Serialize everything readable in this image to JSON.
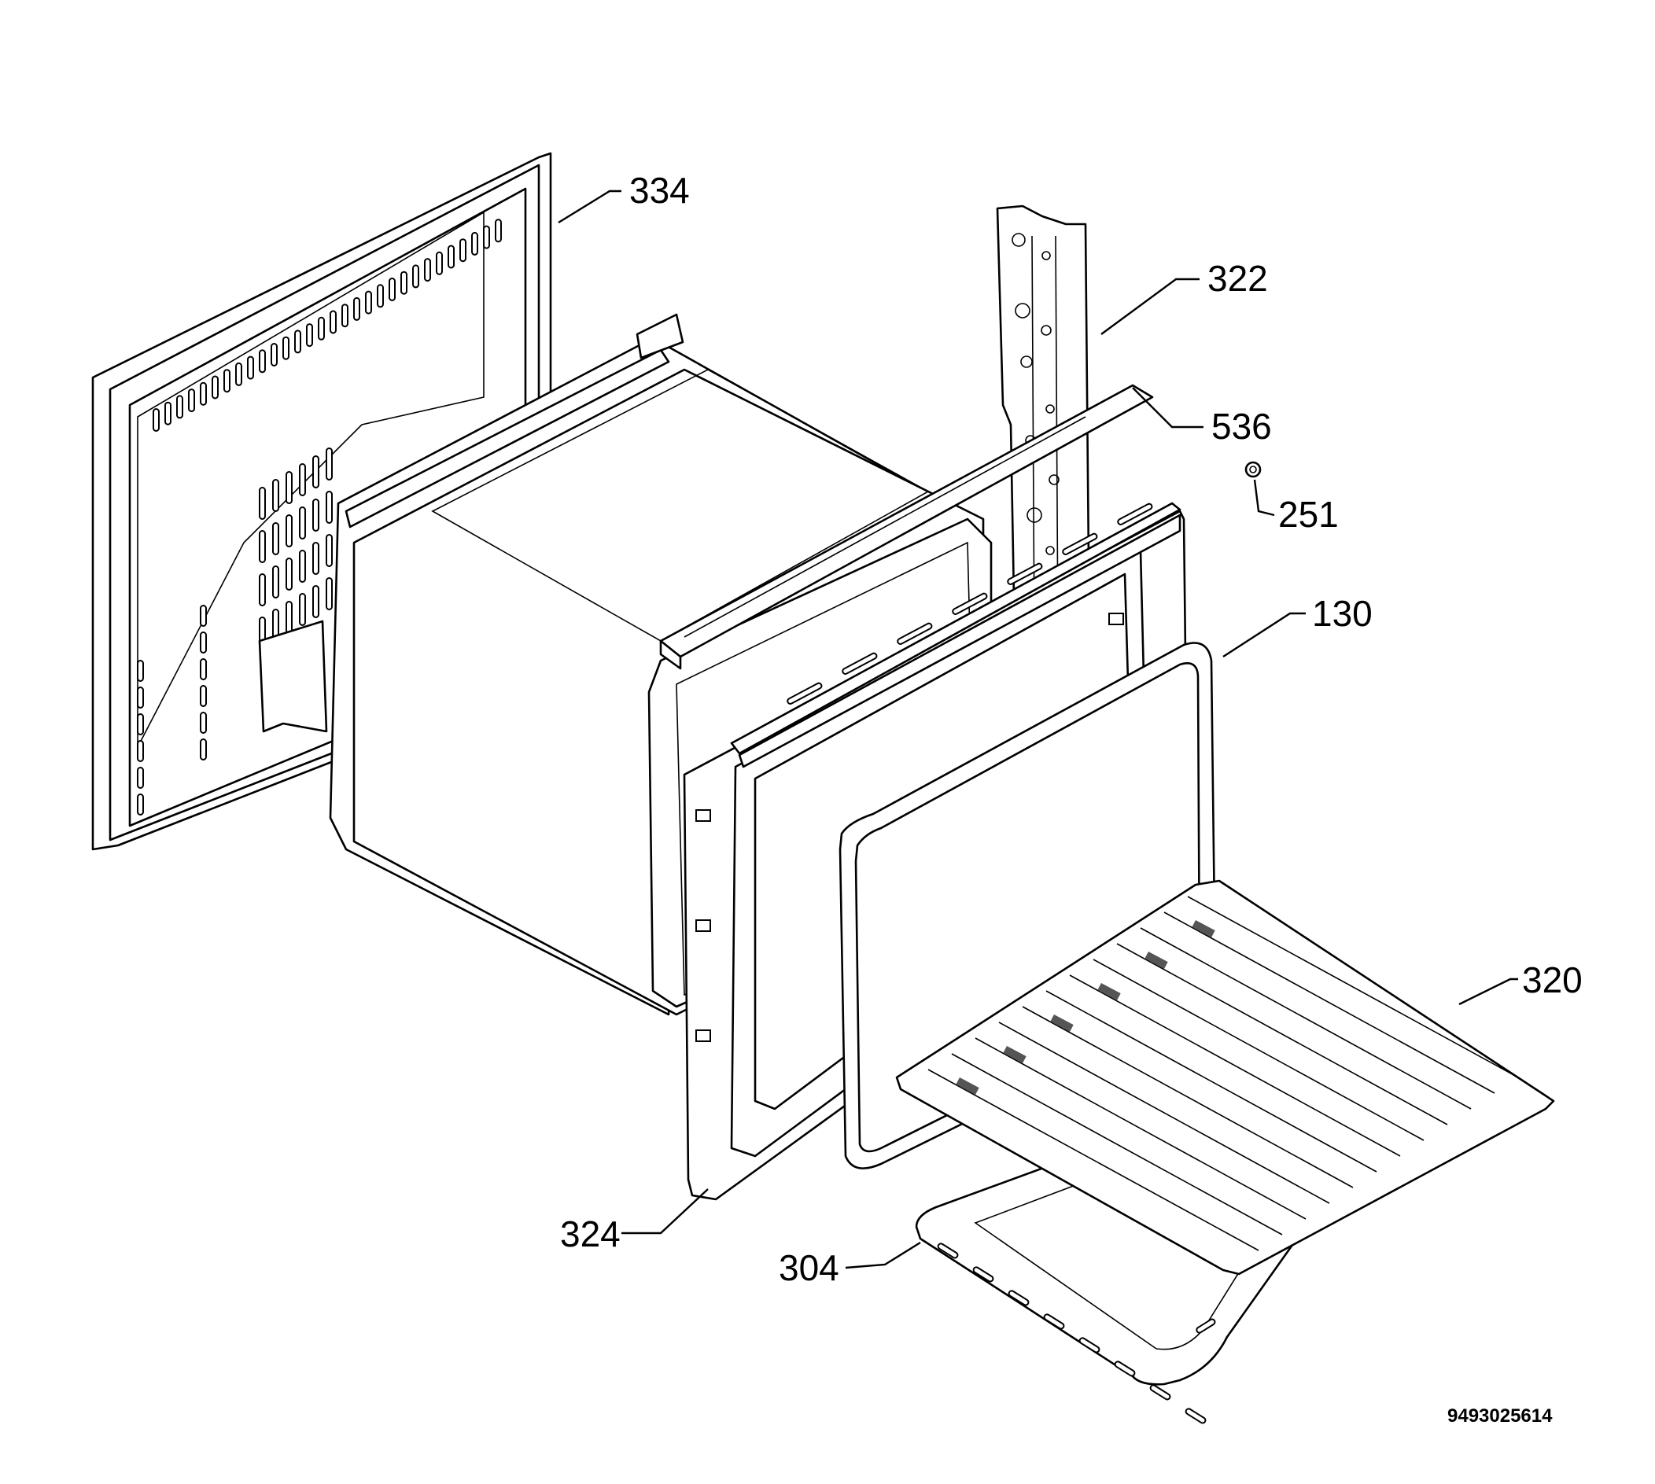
{
  "callouts": {
    "c334": "334",
    "c322": "322",
    "c536": "536",
    "c251": "251",
    "c130": "130",
    "c320": "320",
    "c324": "324",
    "c304": "304"
  },
  "document_number": "9493025614",
  "colors": {
    "line": "#000000",
    "background": "#ffffff"
  }
}
